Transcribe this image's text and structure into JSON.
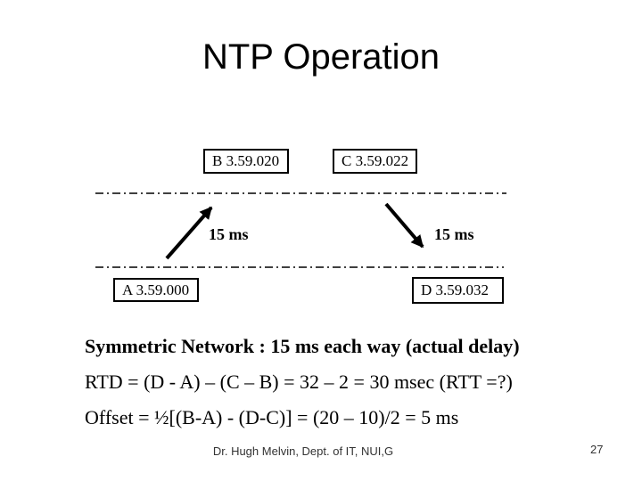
{
  "colors": {
    "background": "#ffffff",
    "text": "#000000",
    "footer_text": "#333333"
  },
  "slide": {
    "title": "NTP Operation",
    "footer_credit": "Dr. Hugh Melvin, Dept. of IT, NUI,G",
    "page_number": "27"
  },
  "diagram": {
    "nodes": [
      {
        "id": "B",
        "label": "B 3.59.020"
      },
      {
        "id": "C",
        "label": "C 3.59.022"
      },
      {
        "id": "A",
        "label": "A 3.59.000"
      },
      {
        "id": "D",
        "label": "D 3.59.032"
      }
    ],
    "arrows": [
      {
        "label": "15 ms",
        "direction": "up-right"
      },
      {
        "label": "15 ms",
        "direction": "down-right"
      }
    ]
  },
  "body": {
    "lines": [
      {
        "text": "Symmetric Network : 15 ms each way (actual delay)",
        "bold": true
      },
      {
        "text": "RTD = (D - A) – (C – B) = 32 – 2 = 30 msec (RTT =?)",
        "bold": false
      },
      {
        "text": "Offset = ½[(B-A) - (D-C)] = (20 – 10)/2 = 5 ms",
        "bold": false
      }
    ]
  }
}
